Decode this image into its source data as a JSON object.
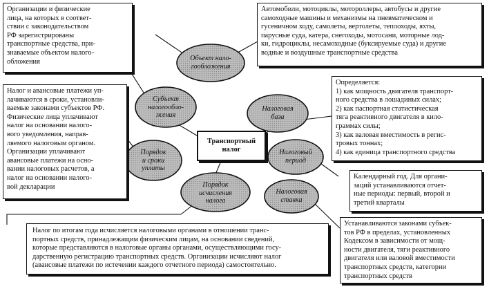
{
  "center": {
    "title_line1": "Транспортный",
    "title_line2": "налог"
  },
  "bubbles": {
    "object": [
      "Объект нало-",
      "гообложения"
    ],
    "subject": [
      "Субъект",
      "налогообло-",
      "жения"
    ],
    "base": [
      "Налоговая",
      "база"
    ],
    "period": [
      "Налоговый",
      "период"
    ],
    "order": [
      "Порядок",
      "и сроки",
      "уплаты"
    ],
    "calc": [
      "Порядок",
      "исчисления",
      "налога"
    ],
    "rate": [
      "Налоговая",
      "ставка"
    ]
  },
  "boxes": {
    "subjects": [
      "Организации и физические",
      "лица, на которых в соответ-",
      "ствии с законодательством",
      "РФ зарегистрированы",
      "транспортные средства, при-",
      "знаваемые объектом налого-",
      "обложения"
    ],
    "objects": [
      "Автомобили, мотоциклы, мотороллеры, автобусы и другие",
      "самоходные машины и механизмы на пневматическом и",
      "гусеничном ходу, самолеты, вертолеты, теплоходы, яхты,",
      "парусные суда, катера, снегоходы, мотосани, моторные лод-",
      "ки, гидроциклы, несамоходные (буксируемые суда) и другие",
      "водные и воздушные транспортные средства"
    ],
    "payment": [
      "Налог и авансовые платежи уп-",
      "лачиваются в сроки, установли-",
      "ваемые законами субъектов РФ.",
      "Физические лица уплачивают",
      "налог на основании налого-",
      "вого уведомления, направ-",
      "ляемого налоговым органом.",
      "Организации уплачивают",
      "авансовые платежи на осно-",
      "вании налоговых расчетов, а",
      "налог на основании налого-",
      "вой декларации"
    ],
    "base": [
      "Определяется:",
      "1) как мощность двигателя транспорт-",
      "ного средства в лошадиных силах;",
      "2) как паспортная статистическая",
      "тяга реактивного двигателя в кило-",
      "граммах силы;",
      "3) как валовая вместимость в регис-",
      "тровых тоннах;",
      "4) как единица транспортного средства"
    ],
    "period": [
      "Календарный год. Для органи-",
      "заций устанавливаются отчет-",
      "ные периоды: первый, второй и",
      "третий кварталы"
    ],
    "calc": [
      "Налог по итогам года исчисляется налоговыми органами в отношении транс-",
      "портных средств, принадлежащим физическим лицам, на основании сведений,",
      "которые представляются в налоговые органы органами, осуществляющими госу-",
      "дарственную регистрацию транспортных средств. Организации исчисляют налог",
      "(авансовые платежи по истечении каждого отчетного периода) самостоятельно."
    ],
    "rate": [
      "Устанавливаются законами субъек-",
      "тов РФ в пределах, установленных",
      "Кодексом в зависимости от мощ-",
      "ности двигателя, тяги реактивного",
      "двигателя или валовой вместимости",
      "транспортных средств, категории",
      "транспортных средств"
    ]
  }
}
